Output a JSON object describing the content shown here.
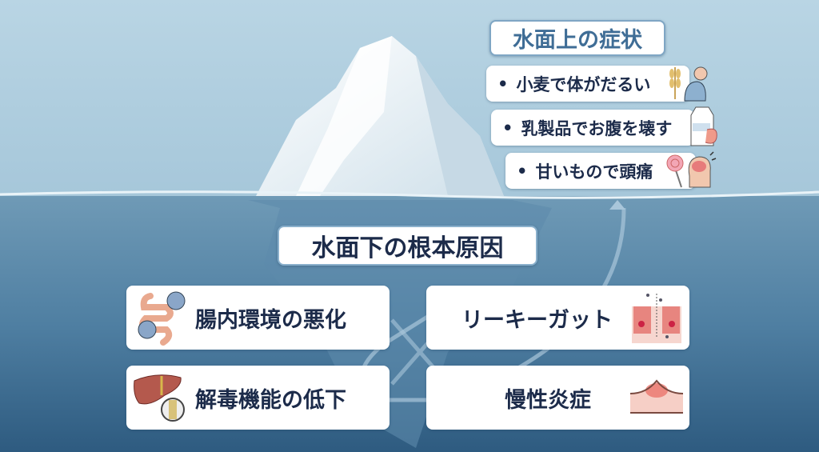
{
  "above": {
    "title": "水面上の症状",
    "items": [
      {
        "text": "小麦で体がだるい",
        "icon": "wheat-tired-person-icon"
      },
      {
        "text": "乳製品でお腹を壊す",
        "icon": "milk-stomach-icon"
      },
      {
        "text": "甘いもので頭痛",
        "icon": "candy-headache-icon"
      }
    ]
  },
  "below": {
    "title": "水面下の根本原因",
    "causes": [
      {
        "text": "腸内環境の悪化",
        "icon": "intestine-bacteria-icon"
      },
      {
        "text": "リーキーガット",
        "icon": "leaky-gut-icon"
      },
      {
        "text": "解毒機能の低下",
        "icon": "liver-icon"
      },
      {
        "text": "慢性炎症",
        "icon": "inflamed-tissue-icon"
      }
    ]
  },
  "colors": {
    "sky": "#b5d1e1",
    "water": "#3f6e92",
    "title_blue": "#3f6d96",
    "text_navy": "#1c2b4a"
  }
}
